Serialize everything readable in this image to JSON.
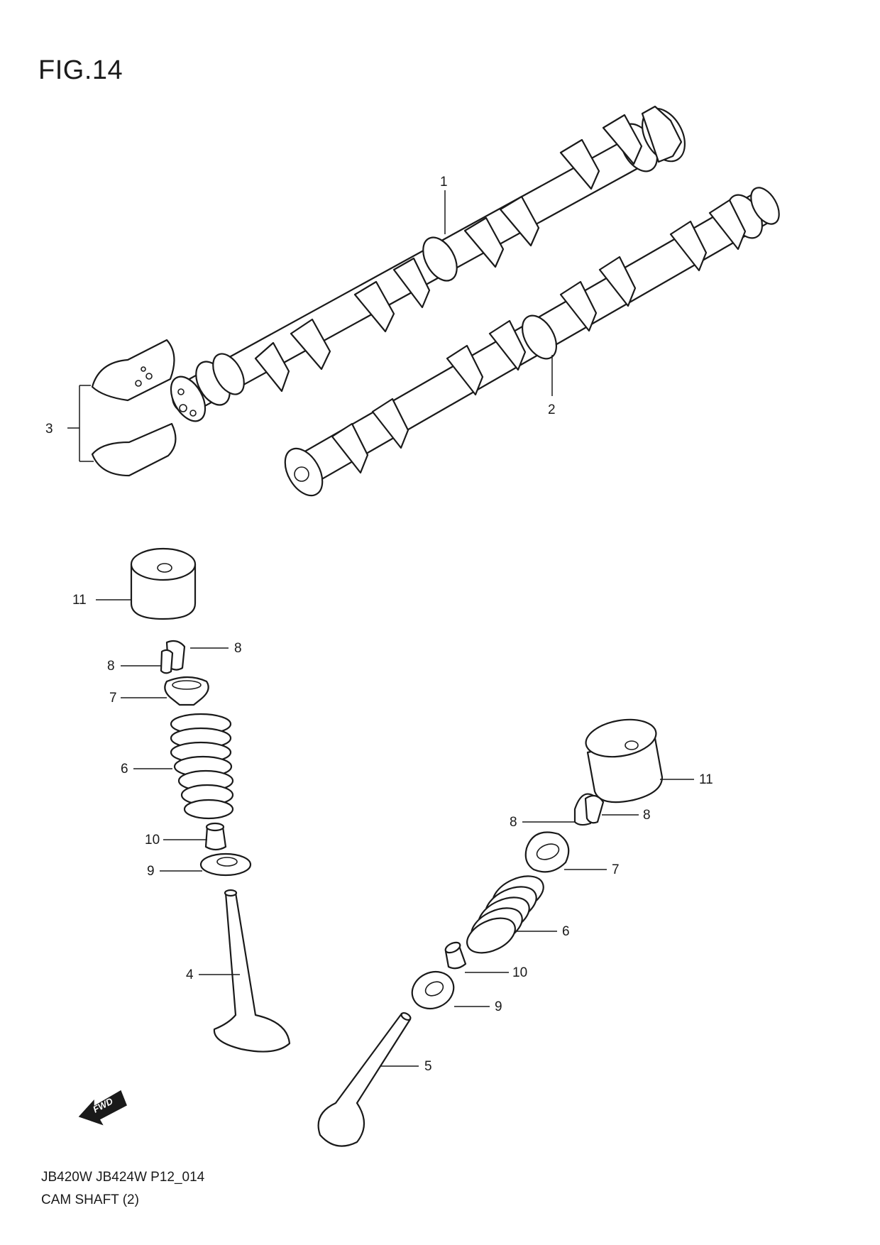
{
  "figure": {
    "title": "FIG.14"
  },
  "footer": {
    "model_codes": "JB420W JB424W P12_014",
    "section_name": "CAM SHAFT (2)"
  },
  "fwd_label": "FWD",
  "callouts": {
    "c1": "1",
    "c2": "2",
    "c3": "3",
    "c4": "4",
    "c5": "5",
    "c6a": "6",
    "c6b": "6",
    "c7a": "7",
    "c7b": "7",
    "c8a": "8",
    "c8b": "8",
    "c8c": "8",
    "c8d": "8",
    "c9a": "9",
    "c9b": "9",
    "c10a": "10",
    "c10b": "10",
    "c11a": "11",
    "c11b": "11"
  }
}
